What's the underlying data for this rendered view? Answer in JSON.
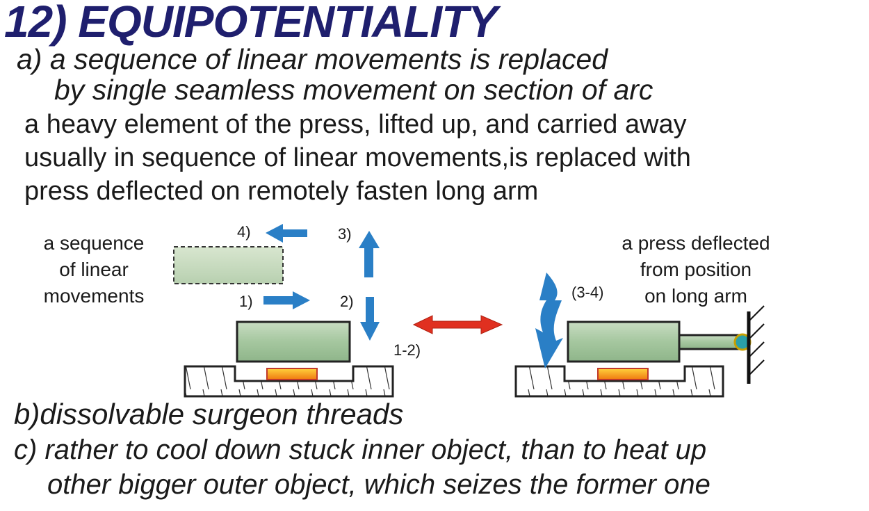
{
  "title": "12) EQUIPOTENTIALITY",
  "section_a": {
    "marker": "a)",
    "heading_line1": "a sequence of linear movements is replaced",
    "heading_line2": "by single seamless movement on section of arc",
    "body_lines": [
      "a heavy element of the press, lifted up, and carried away",
      "usually in sequence of linear movements,is replaced with",
      "press deflected on remotely fasten long arm"
    ]
  },
  "diagram": {
    "left_caption": [
      "a sequence",
      "of linear",
      "movements"
    ],
    "right_caption": [
      "a press deflected",
      "from position",
      "on long arm"
    ],
    "step_labels": {
      "s1": "1)",
      "s2": "2)",
      "s3": "3)",
      "s4": "4)",
      "s12": "1-2)",
      "s34": "(3-4)"
    },
    "colors": {
      "arrow_blue": "#2a7fc6",
      "arrow_red": "#e03020",
      "block_green": "#a9c9a4",
      "heater_orange": "#f39a1e"
    }
  },
  "section_b": {
    "marker": "b)",
    "text": "dissolvable surgeon threads"
  },
  "section_c": {
    "marker": "c)",
    "line1": "rather to cool down stuck inner object, than to heat up",
    "line2": "other bigger outer object, which seizes the former one"
  }
}
